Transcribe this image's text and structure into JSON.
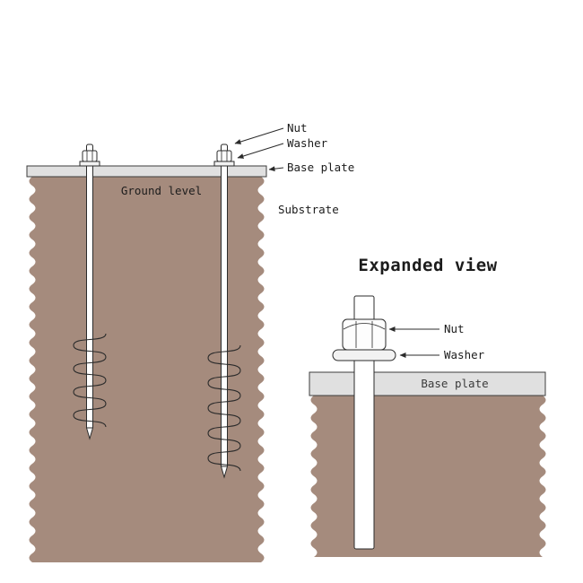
{
  "colors": {
    "background": "#ffffff",
    "substrate": "#a58b7d",
    "plate": "#e0e0e0",
    "line": "#2b2b2b"
  },
  "main_diagram": {
    "ground_level_label": "Ground level",
    "substrate_label": "Substrate",
    "callouts": {
      "nut": "Nut",
      "washer": "Washer",
      "base_plate": "Base plate"
    }
  },
  "expanded_view": {
    "title": "Expanded view",
    "base_plate_label": "Base plate",
    "callouts": {
      "nut": "Nut",
      "washer": "Washer"
    }
  }
}
